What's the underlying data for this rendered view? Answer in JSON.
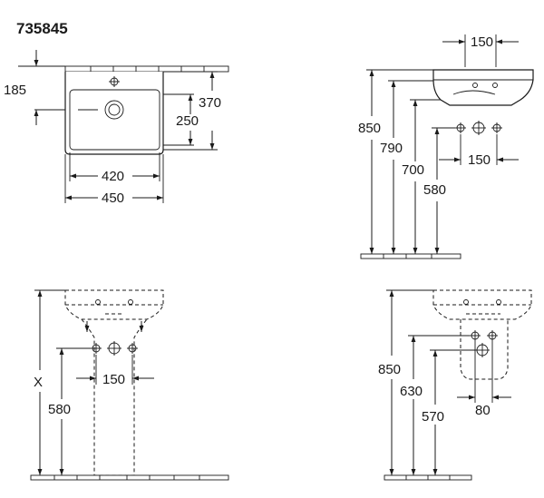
{
  "product_code": "735845",
  "top_view": {
    "d185": "185",
    "d370": "370",
    "d250": "250",
    "d420": "420",
    "d450": "450"
  },
  "side_view": {
    "d150_top": "150",
    "d850": "850",
    "d790": "790",
    "d700": "700",
    "d150_holes": "150",
    "d580": "580"
  },
  "front_pedestal": {
    "dx": "X",
    "d150": "150",
    "d580": "580"
  },
  "side_pedestal": {
    "d850": "850",
    "d630": "630",
    "d570": "570",
    "d80": "80"
  }
}
